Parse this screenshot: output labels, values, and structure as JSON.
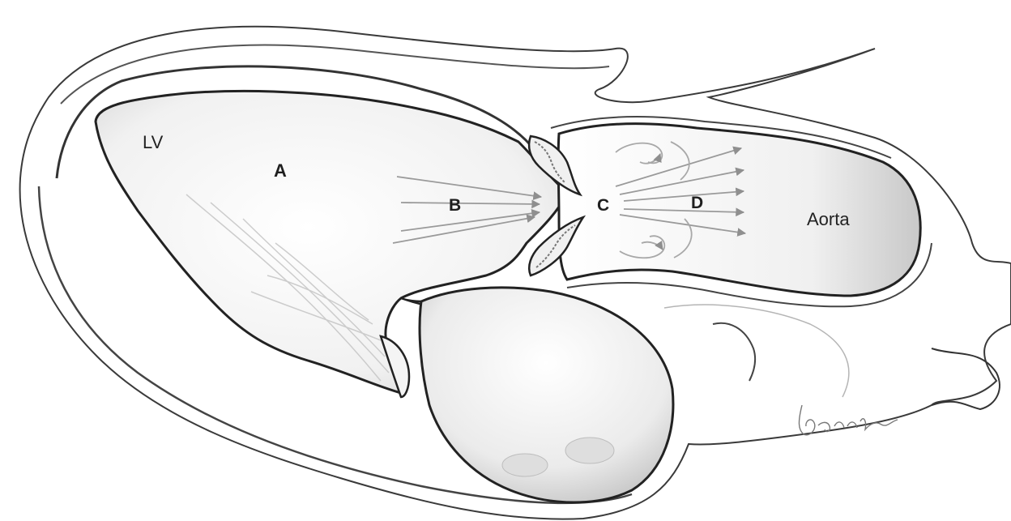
{
  "labels": {
    "lv": "LV",
    "a": "A",
    "b": "B",
    "c": "C",
    "d": "D",
    "aorta": "Aorta"
  },
  "signature": "Bennett",
  "colors": {
    "outline": "#2a2a2a",
    "shading": "#d9d9d9",
    "arrow": "#9a9a9a",
    "background": "#ffffff"
  }
}
